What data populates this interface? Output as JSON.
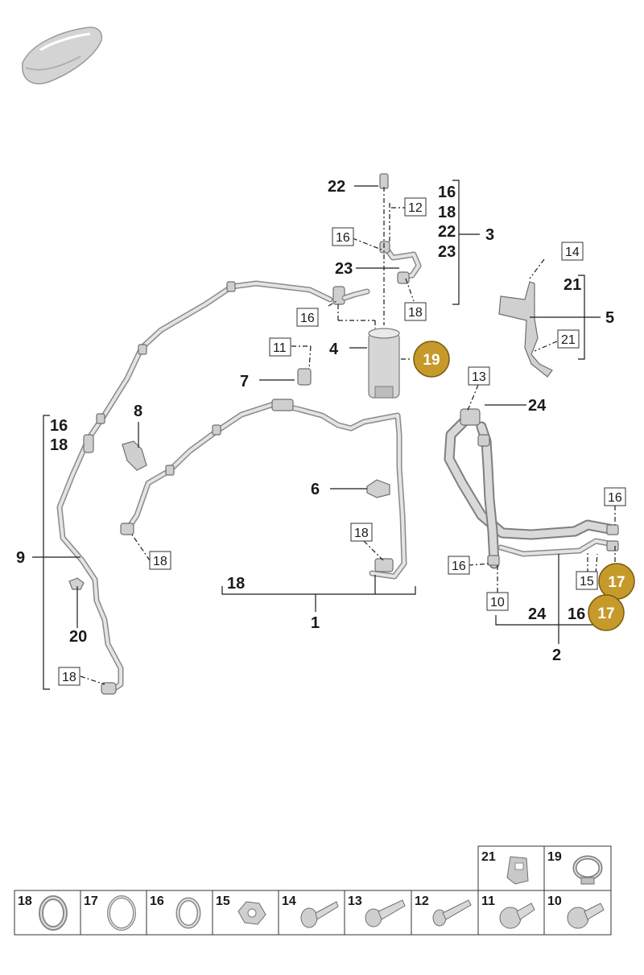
{
  "callouts": {
    "c1": "1",
    "c2": "2",
    "c3": "3",
    "c4": "4",
    "c5": "5",
    "c6": "6",
    "c7": "7",
    "c8": "8",
    "c9": "9",
    "c20": "20",
    "c24a": "24",
    "c24b": "24",
    "c22": "22",
    "c23": "23",
    "c18": "18",
    "c16b": "16",
    "g3_16": "16",
    "g3_18": "18",
    "g3_22": "22",
    "g3_23": "23",
    "g5_21": "21",
    "g9_16": "16",
    "g9_18": "18"
  },
  "boxed": {
    "b12": "12",
    "b16a": "16",
    "b16b": "16",
    "b18a": "18",
    "b11": "11",
    "b14": "14",
    "b21": "21",
    "b13": "13",
    "b18b": "18",
    "b18c": "18",
    "b16c": "16",
    "b16d": "16",
    "b15": "15",
    "b10": "10",
    "b18d": "18"
  },
  "highlighted": {
    "h19": "19",
    "h17a": "17",
    "h17b": "17"
  },
  "colors": {
    "highlight": "#c59a2a",
    "line": "#1a1a1a",
    "pipe": "#8a8a8a"
  },
  "legend": {
    "top_row": [
      {
        "number": "21",
        "icon": "bracket-clip-icon"
      },
      {
        "number": "19",
        "icon": "hose-clamp-icon"
      }
    ],
    "bottom_row": [
      {
        "number": "18",
        "icon": "o-ring-thick-icon"
      },
      {
        "number": "17",
        "icon": "o-ring-thin-icon"
      },
      {
        "number": "16",
        "icon": "o-ring-icon"
      },
      {
        "number": "15",
        "icon": "hex-nut-icon"
      },
      {
        "number": "14",
        "icon": "flange-bolt-icon"
      },
      {
        "number": "13",
        "icon": "hex-socket-bolt-icon"
      },
      {
        "number": "12",
        "icon": "bolt-icon"
      },
      {
        "number": "11",
        "icon": "torx-bolt-icon"
      },
      {
        "number": "10",
        "icon": "torx-screw-icon"
      }
    ]
  }
}
